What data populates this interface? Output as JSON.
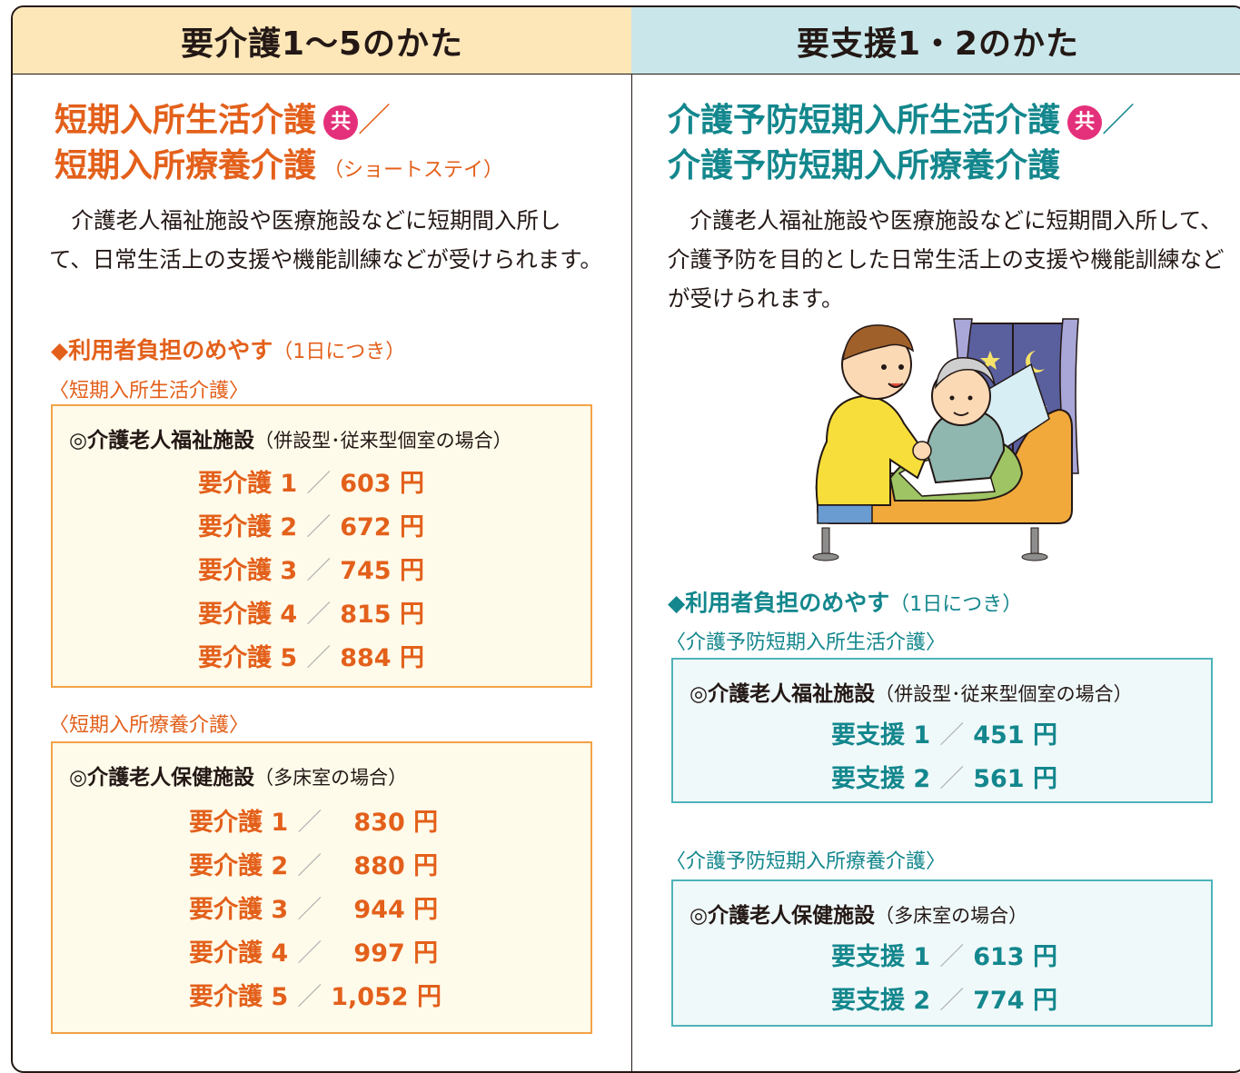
{
  "left": {
    "header": "要介護1～5のかた",
    "title_line1": "短期入所生活介護",
    "kyo": "共",
    "slash": "／",
    "title_line2": "短期入所療養介護",
    "nickname": "（ショートステイ）",
    "description": "　介護老人福祉施設や医療施設などに短期間入所して、日常生活上の支援や機能訓練などが受けられます。",
    "cost_heading": "◆利用者負担のめやす",
    "cost_note": "（1日につき）",
    "sections": [
      {
        "category": "〈短期入所生活介護〉",
        "facility": "◎介護老人福祉施設",
        "facility_note": "（併設型･従来型個室の場合）",
        "rates": [
          {
            "level": "要介護 1",
            "sep": "／",
            "amount": "603 円"
          },
          {
            "level": "要介護 2",
            "sep": "／",
            "amount": "672 円"
          },
          {
            "level": "要介護 3",
            "sep": "／",
            "amount": "745 円"
          },
          {
            "level": "要介護 4",
            "sep": "／",
            "amount": "815 円"
          },
          {
            "level": "要介護 5",
            "sep": "／",
            "amount": "884 円"
          }
        ]
      },
      {
        "category": "〈短期入所療養介護〉",
        "facility": "◎介護老人保健施設",
        "facility_note": "（多床室の場合）",
        "rates": [
          {
            "level": "要介護 1",
            "sep": "／",
            "amount": "830 円"
          },
          {
            "level": "要介護 2",
            "sep": "／",
            "amount": "880 円"
          },
          {
            "level": "要介護 3",
            "sep": "／",
            "amount": "944 円"
          },
          {
            "level": "要介護 4",
            "sep": "／",
            "amount": "997 円"
          },
          {
            "level": "要介護 5",
            "sep": "／",
            "amount": "1,052 円"
          }
        ]
      }
    ]
  },
  "right": {
    "header": "要支援1・2のかた",
    "title_line1": "介護予防短期入所生活介護",
    "kyo": "共",
    "slash": "／",
    "title_line2": "介護予防短期入所療養介護",
    "description": "　介護老人福祉施設や医療施設などに短期間入所して、介護予防を目的とした日常生活上の支援や機能訓練などが受けられます。",
    "cost_heading": "◆利用者負担のめやす",
    "cost_note": "（1日につき）",
    "sections": [
      {
        "category": "〈介護予防短期入所生活介護〉",
        "facility": "◎介護老人福祉施設",
        "facility_note": "（併設型･従来型個室の場合）",
        "rates": [
          {
            "level": "要支援 1",
            "sep": "／",
            "amount": "451 円"
          },
          {
            "level": "要支援 2",
            "sep": "／",
            "amount": "561 円"
          }
        ]
      },
      {
        "category": "〈介護予防短期入所療養介護〉",
        "facility": "◎介護老人保健施設",
        "facility_note": "（多床室の場合）",
        "rates": [
          {
            "level": "要支援 1",
            "sep": "／",
            "amount": "613 円"
          },
          {
            "level": "要支援 2",
            "sep": "／",
            "amount": "774 円"
          }
        ]
      }
    ]
  },
  "colors": {
    "left_accent": "#e3601b",
    "right_accent": "#13878d",
    "left_header_bg": "#fde6b8",
    "right_header_bg": "#c9e7ea",
    "kyo_badge": "#e4307a"
  }
}
